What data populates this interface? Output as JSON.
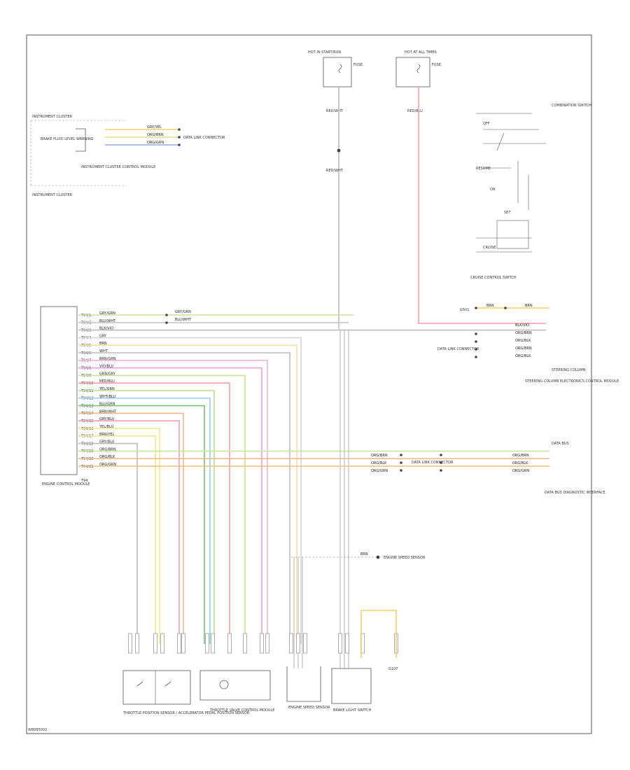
{
  "page": {
    "footer_code": "W8085002"
  },
  "top": {
    "left_box_label": "HOT IN START/RUN",
    "left_fuse": "FUSE",
    "left_wire": "RED/WHT",
    "right_box_label": "HOT AT ALL TIMES",
    "right_fuse": "FUSE",
    "right_wire": "RED/BLU"
  },
  "splice_wire": "RED/WHT",
  "instrument": {
    "header": "INSTRUMENT CLUSTER",
    "sensor": "BRAKE FLUID LEVEL WARNING",
    "desc": "INSTRUMENT CLUSTER CONTROL MODULE",
    "footer": "INSTRUMENT CLUSTER",
    "wires": [
      "GRY/YEL",
      "ORG/BRN",
      "ORG/GRN"
    ],
    "connector": "DATA LINK CONNECTOR"
  },
  "switch_box": {
    "header": "COMBINATION SWITCH",
    "labels": [
      "OFF",
      "ON",
      "RESUME",
      "SET",
      "CRUISE"
    ],
    "caption": "CRUISE CONTROL SWITCH",
    "ground": "G501",
    "bottom_wires": [
      "BRN",
      "BRN"
    ]
  },
  "pcm": {
    "caption": "ENGINE CONTROL MODULE",
    "pins": [
      "T94/1",
      "T94/2",
      "T94/3",
      "T94/4",
      "T94/5",
      "T94/6",
      "T94/7",
      "T94/8",
      "T94/9",
      "T94/10",
      "T94/11",
      "T94/12",
      "T94/13",
      "T94/14",
      "T94/15",
      "T94/16",
      "T94/17",
      "T94/18",
      "T94/19",
      "T94/20",
      "T94/21"
    ],
    "wires": [
      "GRY/GRN",
      "BLU/WHT",
      "BLK/VIO",
      "GRY",
      "BRN",
      "WHT",
      "BRN/GRN",
      "VIO/BLU",
      "GRN/GRY",
      "RED/BLU",
      "YEL/GRN",
      "WHT/BLU",
      "BLU/GRN",
      "BRN/WHT",
      "GRY/BLU",
      "YEL/BLU",
      "BRN/YEL",
      "GRY/BLU",
      "ORG/BRN",
      "ORG/BLK",
      "ORG/GRN"
    ],
    "last_pin": "T94"
  },
  "sc1": {
    "wires": [
      "GRY/GRN",
      "BLU/WHT"
    ],
    "cm_wires": [
      "BLK/VIO",
      "ORG/BRN",
      "ORG/BLK",
      "ORG/BRN",
      "ORG/BLK"
    ],
    "conn_label": "DATA LINK CONNECTOR",
    "cm_header": "STEERING COLUMN",
    "cm_caption": "STEERING COLUMN ELECTRONICS CONTROL MODULE"
  },
  "can": {
    "left_wires": [
      "ORG/BRN",
      "ORG/BLK",
      "ORG/GRN"
    ],
    "right_wires": [
      "ORG/BRN",
      "ORG/BLK",
      "ORG/GRN"
    ],
    "conn_label": "DATA LINK CONNECTOR",
    "header": "DATA BUS",
    "caption": "DATA BUS DIAGNOSTIC INTERFACE"
  },
  "sensor_ref": {
    "wire": "BRN",
    "label": "ENGINE SPEED SENSOR"
  },
  "components": {
    "tps": "THROTTLE POSITION SENSOR / ACCELERATOR PEDAL POSITION SENSOR",
    "throttle": "THROTTLE VALVE CONTROL MODULE",
    "engine_speed": "ENGINE SPEED SENSOR",
    "brake": "BRAKE LIGHT SWITCH",
    "ground": "G107"
  }
}
